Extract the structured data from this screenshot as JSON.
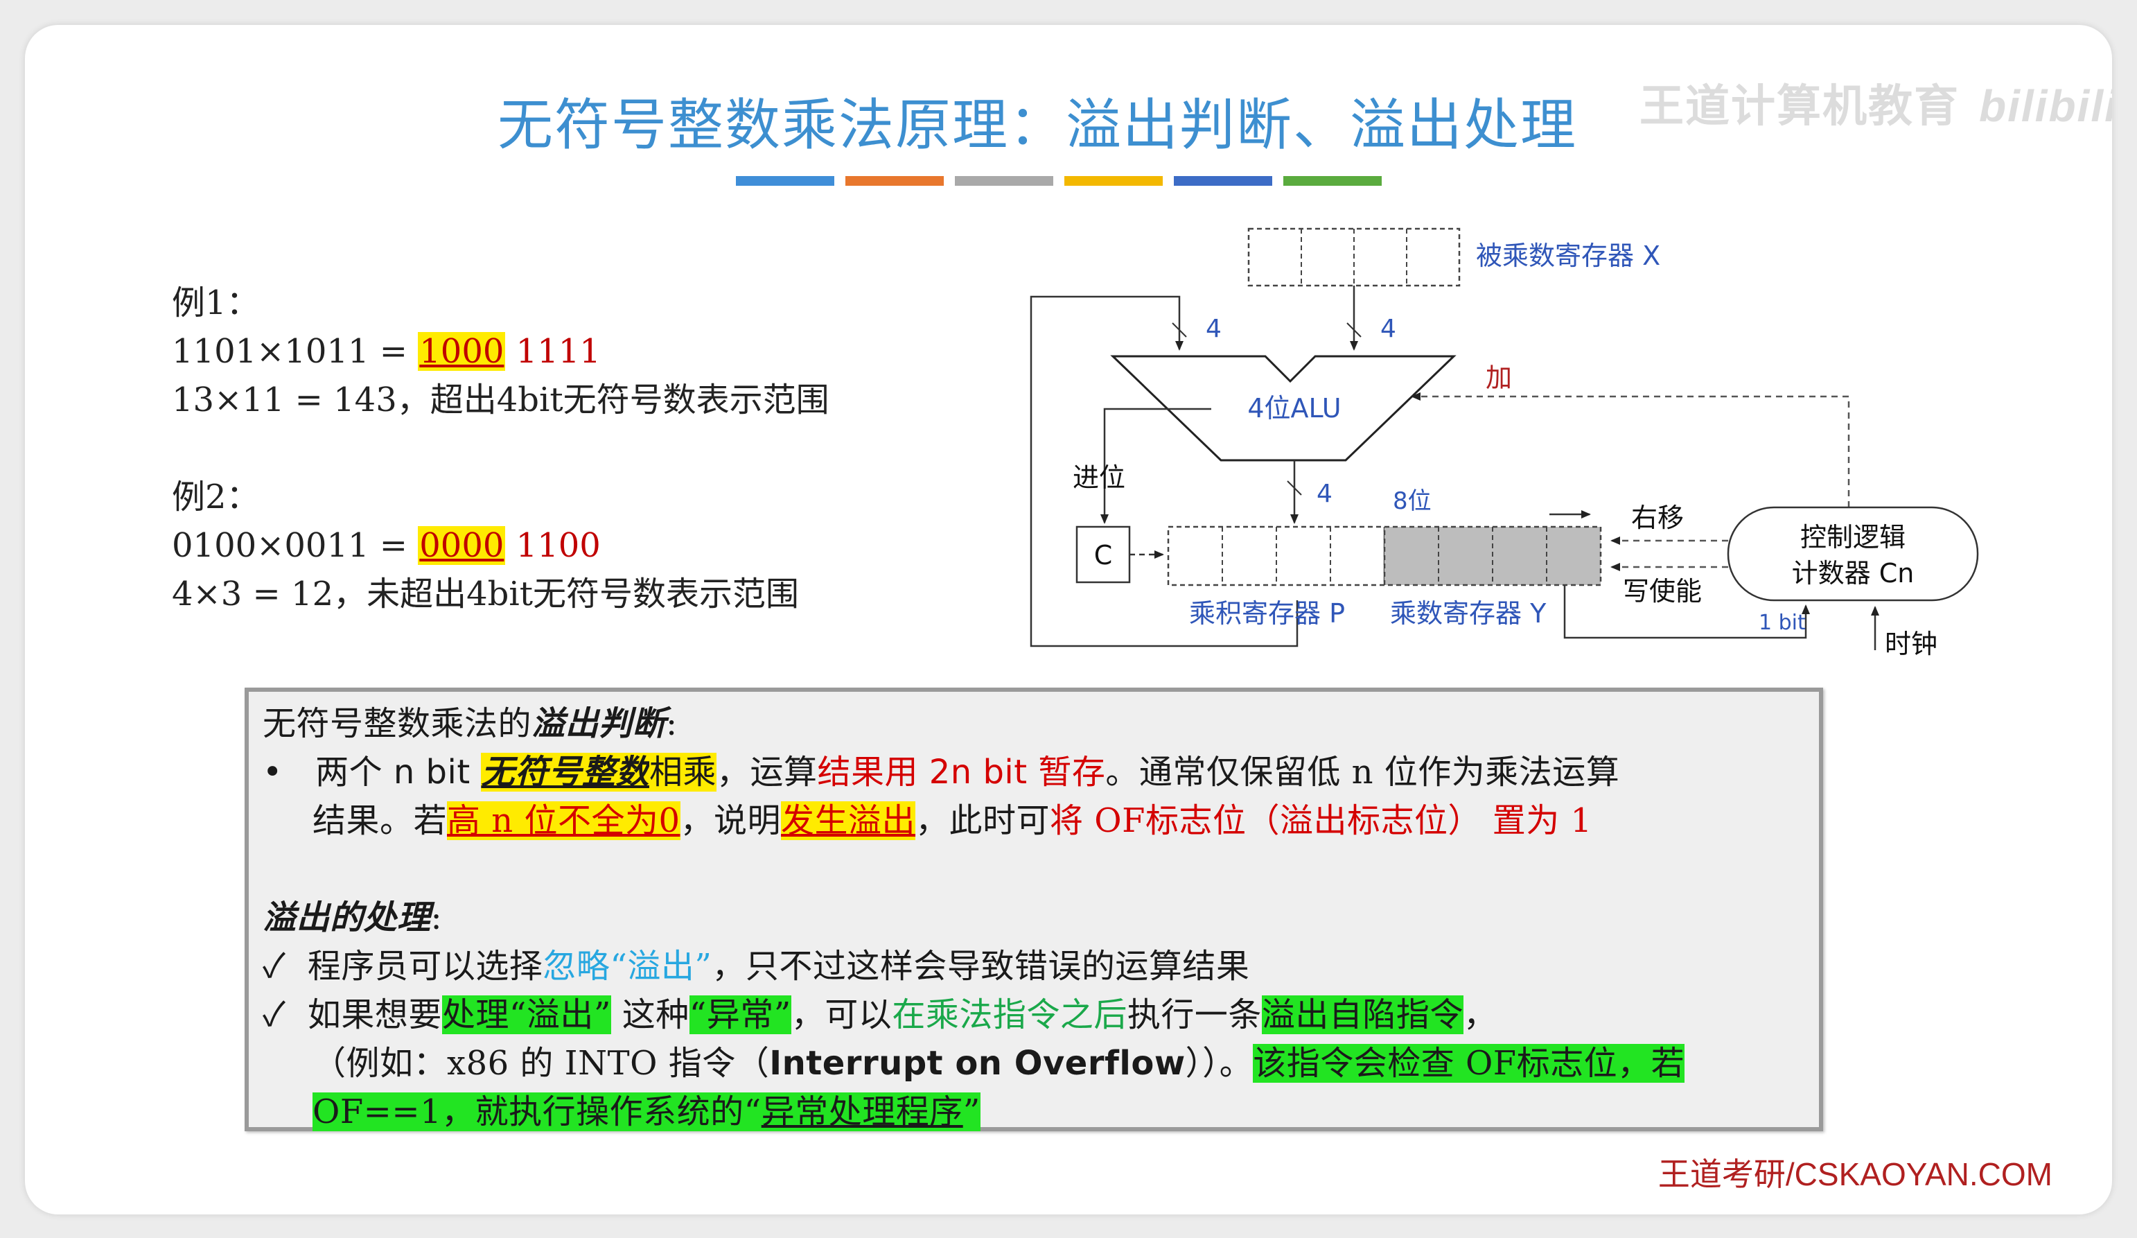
{
  "title": "无符号整数乘法原理：溢出判断、溢出处理",
  "watermark": {
    "text": "王道计算机教育",
    "logo": "bilibili"
  },
  "colors": {
    "title": "#3d8fd0",
    "bars": [
      "#3f8ed8",
      "#e8772d",
      "#a9a9a9",
      "#f3b800",
      "#3c6cc6",
      "#5aab3e"
    ],
    "highlight_yellow": "#ffeb00",
    "highlight_green": "#22e422",
    "red": "#d40000"
  },
  "examples": [
    {
      "label": "例1：",
      "eq_left": "1101×1011 = ",
      "high": "1000",
      "low": " 1111",
      "note": "13×11 = 143，超出4bit无符号数表示范围"
    },
    {
      "label": "例2：",
      "eq_left": "0100×0011 = ",
      "high": "0000",
      "low": " 1100",
      "note": "4×3 = 12，未超出4bit无符号数表示范围"
    }
  ],
  "diagram": {
    "reg_x": "被乘数寄存器 X",
    "alu": "4位ALU",
    "width_a": "4",
    "width_b": "4",
    "width_c": "4",
    "add": "加",
    "carry": "进位",
    "c": "C",
    "bits8": "8位",
    "shift_right": "右移",
    "write_enable": "写使能",
    "control_1": "控制逻辑",
    "control_2": "计数器 Cn",
    "reg_p": "乘积寄存器 P",
    "reg_y": "乘数寄存器 Y",
    "one_bit": "1 bit",
    "clock": "时钟"
  },
  "box": {
    "heading_a": "无符号整数乘法的",
    "heading_b": "溢出判断",
    "heading_c": ":",
    "bullet1": {
      "p1": "两个 n bit ",
      "p2": "无符号整数",
      "p3": "相乘",
      "p4": "，运算",
      "p5": "结果用 2n bit 暂存",
      "p6": "。通常仅保留低 n 位作为乘法运算",
      "p7": "结果。若",
      "p8": "高 n 位不全为0",
      "p9": "，说明",
      "p10": "发生溢出",
      "p11": "，此时可",
      "p12": "将 OF标志位（溢出标志位）  置为 1"
    },
    "heading2": "溢出的处理",
    "heading2_colon": ":",
    "check1": {
      "p1": "程序员可以选择",
      "p2": "忽略“溢出”",
      "p3": "，只不过这样会导致错误的运算结果"
    },
    "check2": {
      "p1": "如果想要",
      "p2": "处理“溢出”",
      "p3": "这种",
      "p4": "“异常”",
      "p5": "，可以",
      "p6": "在乘法指令之后",
      "p7": "执行一条",
      "p8": "溢出自陷指令",
      "p9": "，",
      "p10": "（例如：x86 的 INTO 指令（",
      "p11": "Interrupt on Overflow",
      "p12": "））。",
      "p13": "该指令会检查 OF标志位，若",
      "p14": "OF==1，就执行操作系统的“",
      "p15": "异常处理程序",
      "p16": "”"
    }
  },
  "footer": "王道考研/CSKAOYAN.COM"
}
